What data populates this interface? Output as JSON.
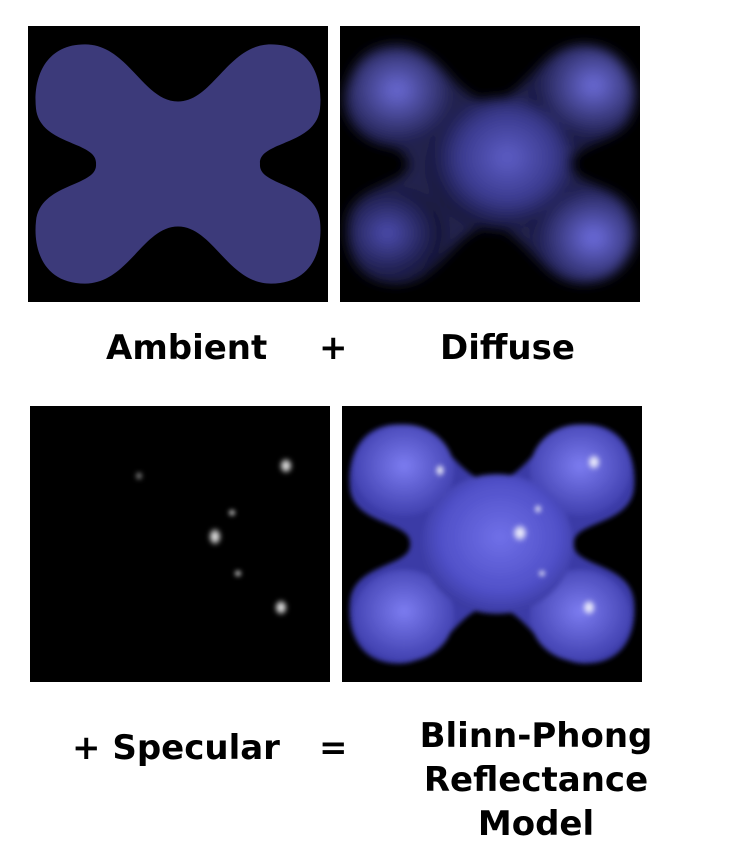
{
  "panels": {
    "ambient": {
      "label": "Ambient"
    },
    "diffuse": {
      "label": "Diffuse"
    },
    "specular": {
      "label": "+ Specular"
    },
    "result": {
      "label_line1": "Blinn-Phong",
      "label_line2": "Reflectance Model"
    }
  },
  "operators": {
    "plus": "+",
    "equals": "="
  },
  "colors": {
    "background": "#000000",
    "ambient_fill": "#3c3a7a",
    "diffuse_highlight": "#6a6ad8",
    "diffuse_shadow": "#10102a",
    "result_base": "#5554d0",
    "result_highlight": "#8f8ff5",
    "specular": "#ffffff"
  }
}
